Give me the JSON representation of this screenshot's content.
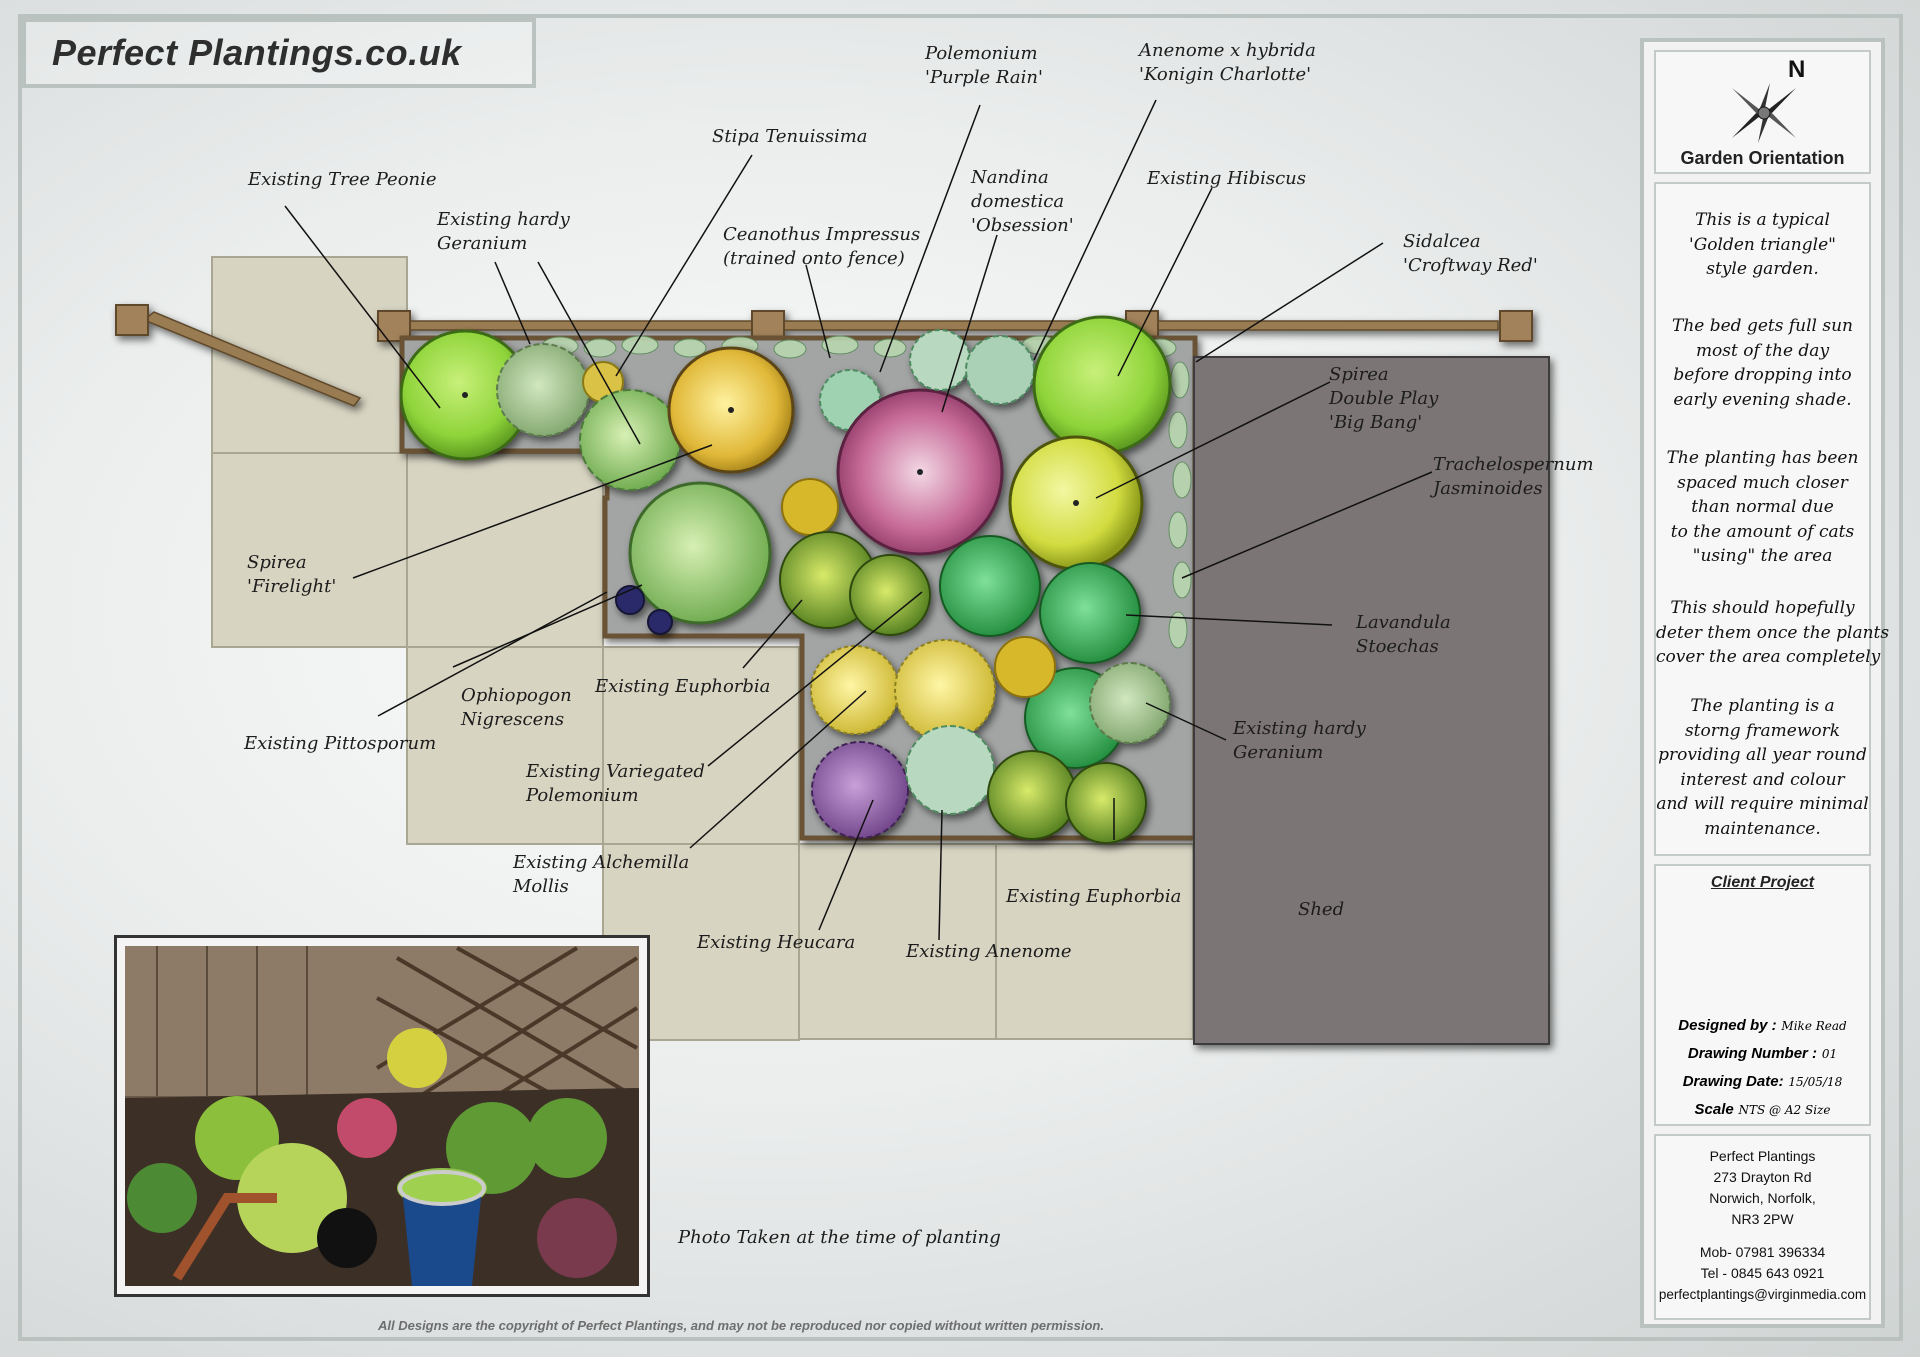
{
  "header": {
    "title": "Perfect Plantings.co.uk"
  },
  "orientation": {
    "north_letter": "N",
    "caption": "Garden Orientation",
    "icon": "compass-rose-icon"
  },
  "notes": [
    "This is a typical\n'Golden triangle\"\nstyle garden.",
    "The bed gets full sun\nmost of the day\nbefore dropping into\nearly evening shade.",
    "The planting has been\nspaced much closer\nthan normal due\nto the amount of cats\n\"using\" the area",
    "This should hopefully\ndeter them once the plants\ncover the area completely",
    "The planting is a\nstorng framework\nproviding all year round\ninterest and colour\nand will require minimal\nmaintenance."
  ],
  "client_project": "Client Project",
  "drawing_info": [
    {
      "label": "Designed by :",
      "value": "Mike Read"
    },
    {
      "label": "Drawing Number :",
      "value": "01"
    },
    {
      "label": "Drawing Date:",
      "value": "15/05/18"
    },
    {
      "label": "Scale",
      "value": "NTS @ A2 Size"
    }
  ],
  "company": {
    "address": [
      "Perfect Plantings",
      "273 Drayton Rd",
      "Norwich, Norfolk,",
      "NR3 2PW"
    ],
    "mobile": "Mob- 07981 396334",
    "tel": "Tel - 0845 643 0921",
    "email": "perfectplantings@virginmedia.com"
  },
  "plant_labels": [
    "Existing Tree Peonie",
    "Existing hardy\nGeranium",
    "Stipa Tenuissima",
    "Polemonium\n'Purple Rain'",
    "Ceanothus Impressus\n(trained onto fence)",
    "Nandina\ndomestica\n'Obsession'",
    "Anenome x hybrida\n'Konigin Charlotte'",
    "Existing Hibiscus",
    "Sidalcea\n'Croftway Red'",
    "Spirea\nDouble Play\n'Big Bang'",
    "Trachelospernum\nJasminoides",
    "Spirea\n'Firelight'",
    "Lavandula\nStoechas",
    "Ophiopogon\nNigrescens",
    "Existing Euphorbia",
    "Existing Pittosporum",
    "Existing hardy\nGeranium",
    "Existing Variegated\nPolemonium",
    "Existing Alchemilla\nMollis",
    "Existing Euphorbia",
    "Existing Heucara",
    "Existing Anenome"
  ],
  "shed_label": "Shed",
  "photo_caption": "Photo Taken at the time of planting",
  "copyright": "All Designs are the copyright of Perfect Plantings, and may not be reproduced nor copied without written permission."
}
